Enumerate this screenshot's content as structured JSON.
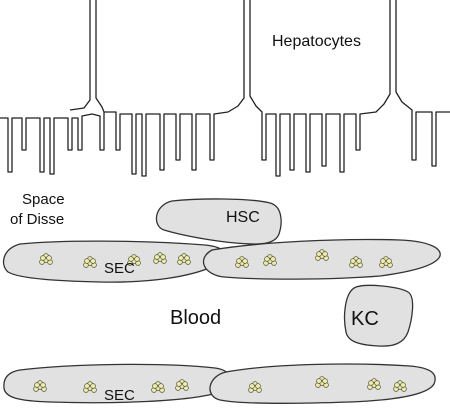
{
  "labels": {
    "hepatocytes": "Hepatocytes",
    "space_line1": "Space",
    "space_line2": "of Disse",
    "hsc": "HSC",
    "sec_upper": "SEC",
    "blood": "Blood",
    "kc": "KC",
    "sec_lower": "SEC"
  },
  "colors": {
    "cell_fill": "#e1e1e1",
    "cell_stroke": "#333333",
    "granule_fill": "#ecebb4",
    "line": "#222222"
  }
}
